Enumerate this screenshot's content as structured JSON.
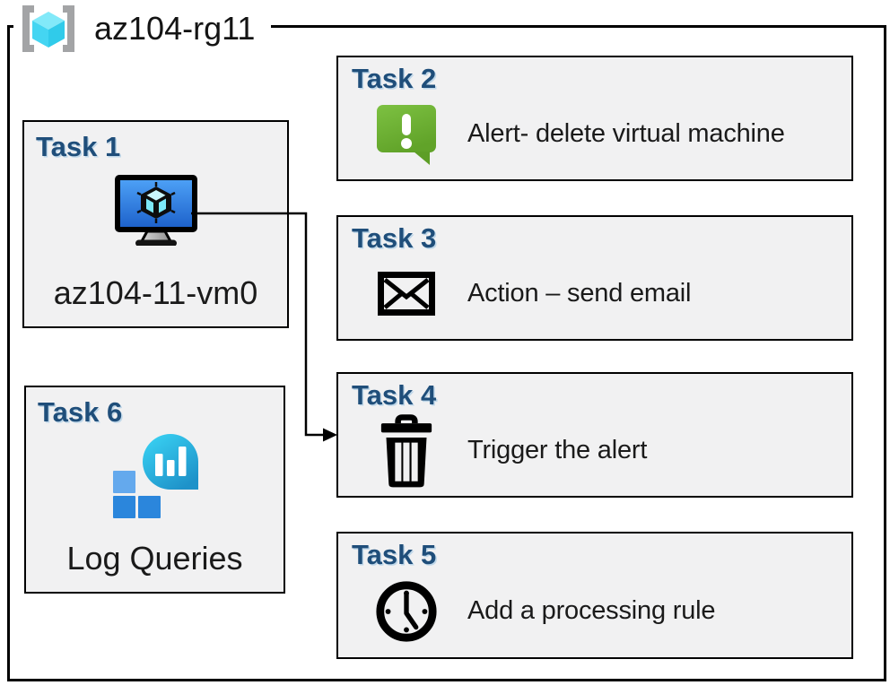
{
  "resource_group": {
    "label": "az104-rg11",
    "icon": "resource-group-icon"
  },
  "tasks": [
    {
      "heading": "Task 1",
      "label": "az104-11-vm0",
      "icon": "virtual-machine-icon"
    },
    {
      "heading": "Task 2",
      "label": "Alert- delete virtual machine",
      "icon": "alert-message-icon"
    },
    {
      "heading": "Task 3",
      "label": "Action – send email",
      "icon": "email-envelope-icon"
    },
    {
      "heading": "Task 4",
      "label": "Trigger the alert",
      "icon": "trash-icon"
    },
    {
      "heading": "Task 5",
      "label": "Add a processing rule",
      "icon": "clock-icon"
    },
    {
      "heading": "Task 6",
      "label": "Log Queries",
      "icon": "log-analytics-icon"
    }
  ],
  "connector": {
    "from": "Task 1",
    "to": "Task 4"
  },
  "colors": {
    "heading_blue": "#1f4e7a",
    "task_box_fill": "#f1f1f2",
    "box_border": "#000000",
    "alert_green_top": "#7dc142",
    "alert_green_bottom": "#61a329",
    "vm_screen_top": "#4fa3f8",
    "vm_screen_bottom": "#1b5fc9",
    "log_cyan": "#3bd6f6",
    "log_teal": "#1e92c9",
    "log_square_light": "#64a9ed",
    "log_square_dark": "#2b86dc",
    "rg_bracket_gray": "#a3a4a6",
    "rg_cube_top": "#82e9f9",
    "rg_cube_left": "#44d5f2",
    "rg_cube_right": "#30cbea"
  }
}
